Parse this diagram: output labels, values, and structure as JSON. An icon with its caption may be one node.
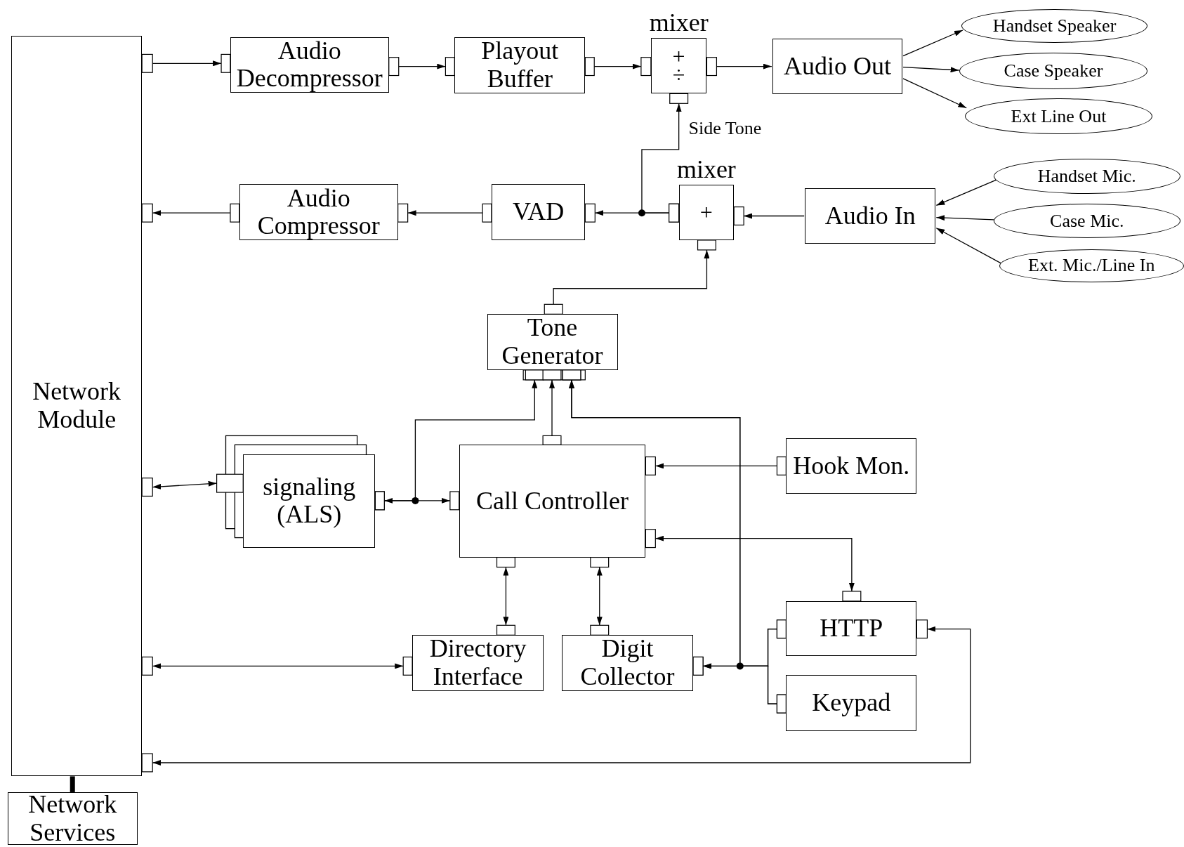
{
  "diagram": {
    "nodes": [
      {
        "text": [
          "Network Module"
        ]
      },
      {
        "text": [
          "Network Services"
        ]
      },
      {
        "text": [
          "Audio Decompressor"
        ]
      },
      {
        "text": [
          "Playout Buffer"
        ]
      },
      {
        "text": [
          "mixer",
          "+",
          "÷"
        ]
      },
      {
        "text": [
          "Audio Out"
        ]
      },
      {
        "text": [
          "Handset Speaker"
        ]
      },
      {
        "text": [
          "Case Speaker"
        ]
      },
      {
        "text": [
          "Ext Line Out"
        ]
      },
      {
        "text": [
          "Audio Compressor"
        ]
      },
      {
        "text": [
          "VAD"
        ]
      },
      {
        "text": [
          "mixer",
          "+"
        ]
      },
      {
        "text": [
          "Audio In"
        ]
      },
      {
        "text": [
          "Handset Mic."
        ]
      },
      {
        "text": [
          "Case Mic."
        ]
      },
      {
        "text": [
          "Ext. Mic./Line In"
        ]
      },
      {
        "text": [
          "Tone Generator"
        ]
      },
      {
        "text": [
          "signaling (ALS)"
        ]
      },
      {
        "text": [
          "Call Controller"
        ]
      },
      {
        "text": [
          "Hook Mon."
        ]
      },
      {
        "text": [
          "Directory Interface"
        ]
      },
      {
        "text": [
          "Digit Collector"
        ]
      },
      {
        "text": [
          "HTTP"
        ]
      },
      {
        "text": [
          "Keypad"
        ]
      }
    ],
    "edges": [
      {
        "from": 0,
        "to": 2,
        "arrow": "to"
      },
      {
        "from": 2,
        "to": 3,
        "arrow": "to"
      },
      {
        "from": 3,
        "to": 4,
        "arrow": "to"
      },
      {
        "from": 4,
        "to": 5,
        "arrow": "to"
      },
      {
        "from": 5,
        "to": 6,
        "arrow": "to"
      },
      {
        "from": 5,
        "to": 7,
        "arrow": "to"
      },
      {
        "from": 5,
        "to": 8,
        "arrow": "to"
      },
      {
        "from": 11,
        "to": 10,
        "arrow": "to"
      },
      {
        "from": 11,
        "to": 4,
        "arrow": "to",
        "label": "Side Tone"
      },
      {
        "from": 10,
        "to": 9,
        "arrow": "to"
      },
      {
        "from": 9,
        "to": 0,
        "arrow": "to"
      },
      {
        "from": 12,
        "to": 11,
        "arrow": "to"
      },
      {
        "from": 13,
        "to": 12,
        "arrow": "to"
      },
      {
        "from": 14,
        "to": 12,
        "arrow": "to"
      },
      {
        "from": 15,
        "to": 12,
        "arrow": "to"
      },
      {
        "from": 16,
        "to": 11,
        "arrow": "to"
      },
      {
        "from": 0,
        "to": 17,
        "arrow": "both"
      },
      {
        "from": 17,
        "to": 18,
        "arrow": "both"
      },
      {
        "from": 17,
        "to": 16,
        "arrow": "to"
      },
      {
        "from": 18,
        "to": 16,
        "arrow": "to"
      },
      {
        "from": 22,
        "to": 21,
        "arrow": "to"
      },
      {
        "from": 23,
        "to": 21,
        "arrow": "to"
      },
      {
        "from": 22,
        "to": 16,
        "arrow": "to"
      },
      {
        "from": 23,
        "to": 16,
        "arrow": "to"
      },
      {
        "from": 19,
        "to": 18,
        "arrow": "to"
      },
      {
        "from": 18,
        "to": 22,
        "arrow": "both"
      },
      {
        "from": 18,
        "to": 20,
        "arrow": "both"
      },
      {
        "from": 18,
        "to": 21,
        "arrow": "both"
      },
      {
        "from": 0,
        "to": 20,
        "arrow": "both"
      },
      {
        "from": 22,
        "to": 0,
        "arrow": "both"
      },
      {
        "from": 0,
        "to": 1,
        "arrow": "none",
        "style": "thick"
      }
    ]
  }
}
